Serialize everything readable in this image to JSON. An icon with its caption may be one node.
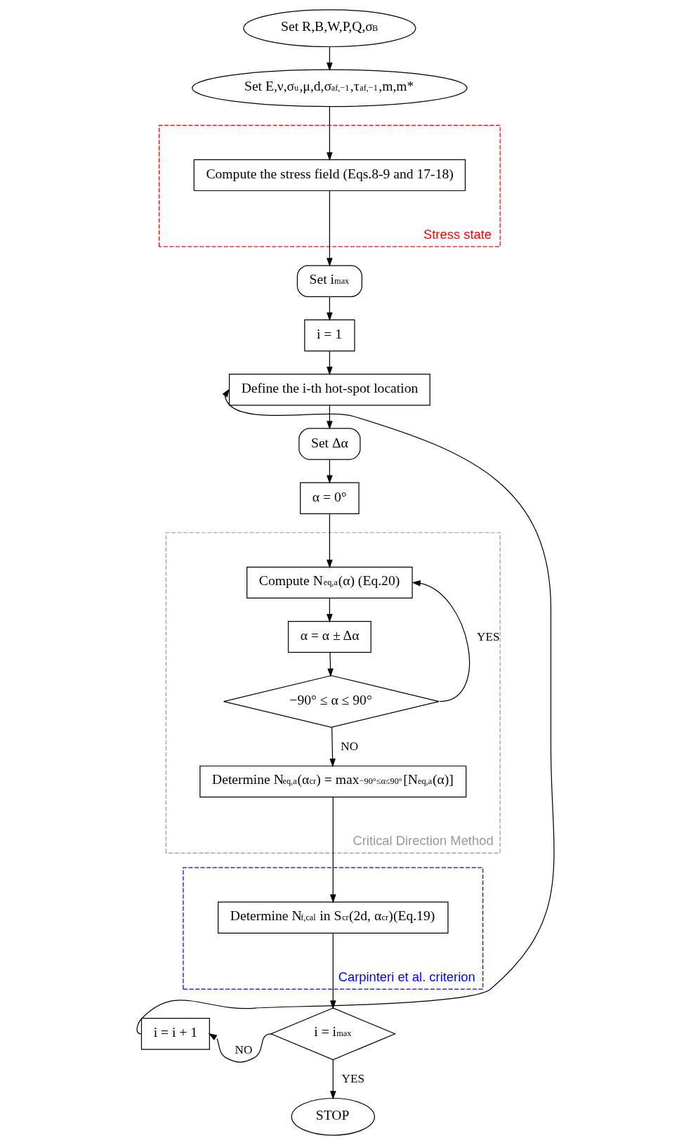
{
  "diagram": {
    "nodes": [
      {
        "text": [
          "Set R,B,W,P,Q,σ$_{B}$"
        ]
      },
      {
        "text": [
          "Set E,ν,σ$_{u}$,μ,d,σ$_{af,−1}$,τ$_{af,−1}$,m,m*"
        ]
      },
      {
        "text": [
          "Stress state"
        ]
      },
      {
        "text": [
          "Compute the stress field (Eqs.8-9 and 17-18)"
        ],
        "in": 2
      },
      {
        "text": [
          "Set i$_{max}$"
        ]
      },
      {
        "text": [
          "i = 1"
        ]
      },
      {
        "text": [
          "Define the i-th hot-spot location"
        ]
      },
      {
        "text": [
          "Set Δα"
        ]
      },
      {
        "text": [
          "α = 0°"
        ]
      },
      {
        "text": [
          "Critical Direction Method"
        ]
      },
      {
        "text": [
          "Compute N$_{eq,a}$(α) (Eq.20)"
        ],
        "in": 9
      },
      {
        "text": [
          "α = α ± Δα"
        ],
        "in": 9
      },
      {
        "text": [
          "−90° ≤ α ≤ 90°"
        ],
        "in": 9
      },
      {
        "text": [
          "Determine N$_{eq,a}$(α$_{cr}$) = max$_{−90°≤α≤90°}$[N$_{eq,a}$(α)]"
        ],
        "in": 9
      },
      {
        "text": [
          "Carpinteri et al. criterion"
        ]
      },
      {
        "text": [
          "Determine N$_{f,cal}$ in S$_{cr}$(2d, α$_{cr}$)(Eq.19)"
        ],
        "in": 14
      },
      {
        "text": [
          "i = i + 1"
        ]
      },
      {
        "text": [
          "i = i$_{max}$"
        ]
      },
      {
        "text": [
          "STOP"
        ]
      }
    ],
    "edges": [
      {
        "from": 0,
        "to": 1,
        "arrow": "to"
      },
      {
        "from": 1,
        "to": 3,
        "arrow": "to"
      },
      {
        "from": 3,
        "to": 4,
        "arrow": "to"
      },
      {
        "from": 4,
        "to": 5,
        "arrow": "to"
      },
      {
        "from": 5,
        "to": 6,
        "arrow": "to"
      },
      {
        "from": 6,
        "to": 7,
        "arrow": "to"
      },
      {
        "from": 7,
        "to": 8,
        "arrow": "to"
      },
      {
        "from": 8,
        "to": 10,
        "arrow": "to"
      },
      {
        "from": 10,
        "to": 11,
        "arrow": "to"
      },
      {
        "from": 11,
        "to": 12,
        "arrow": "to"
      },
      {
        "from": 12,
        "to": 10,
        "arrow": "to",
        "label": "YES"
      },
      {
        "from": 12,
        "to": 13,
        "arrow": "to",
        "label": "NO"
      },
      {
        "from": 13,
        "to": 15,
        "arrow": "to"
      },
      {
        "from": 15,
        "to": 17,
        "arrow": "to"
      },
      {
        "from": 17,
        "to": 16,
        "arrow": "to",
        "label": "NO"
      },
      {
        "from": 16,
        "to": 6,
        "arrow": "to"
      },
      {
        "from": 17,
        "to": 18,
        "arrow": "to",
        "label": "YES"
      }
    ]
  }
}
